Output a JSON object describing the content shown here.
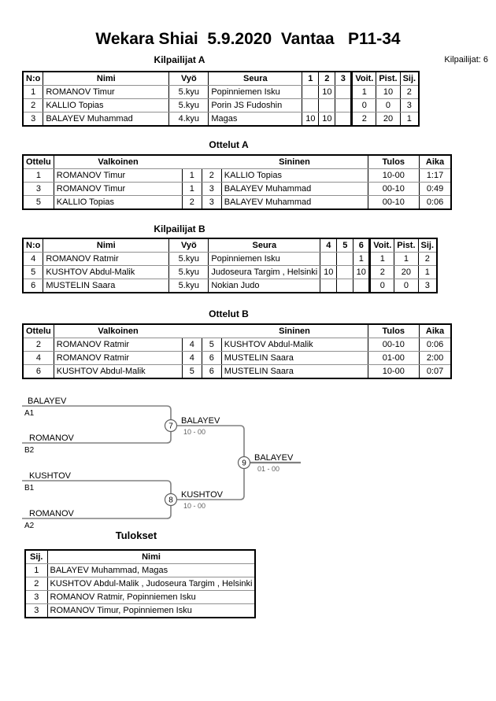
{
  "header": {
    "title": "Wekara Shiai  5.9.2020  Vantaa   P11-34",
    "competitors_label": "Kilpailijat: 6"
  },
  "pool_a": {
    "title": "Kilpailijat A",
    "headers": [
      "N:o",
      "Nimi",
      "Vyö",
      "Seura",
      "1",
      "2",
      "3",
      "Voit.",
      "Pist.",
      "Sij."
    ],
    "rows": [
      [
        "1",
        "ROMANOV Timur",
        "5.kyu",
        "Popinniemen Isku",
        "",
        "10",
        "",
        "1",
        "10",
        "2"
      ],
      [
        "2",
        "KALLIO Topias",
        "5.kyu",
        "Porin JS Fudoshin",
        "",
        "",
        "",
        "0",
        "0",
        "3"
      ],
      [
        "3",
        "BALAYEV Muhammad",
        "4.kyu",
        "Magas",
        "10",
        "10",
        "",
        "2",
        "20",
        "1"
      ]
    ]
  },
  "matches_a": {
    "title": "Ottelut A",
    "headers": [
      "Ottelu",
      "Valkoinen",
      "",
      "",
      "Sininen",
      "Tulos",
      "Aika"
    ],
    "rows": [
      [
        "1",
        "ROMANOV Timur",
        "1",
        "2",
        "KALLIO Topias",
        "10-00",
        "1:17"
      ],
      [
        "3",
        "ROMANOV Timur",
        "1",
        "3",
        "BALAYEV Muhammad",
        "00-10",
        "0:49"
      ],
      [
        "5",
        "KALLIO Topias",
        "2",
        "3",
        "BALAYEV Muhammad",
        "00-10",
        "0:06"
      ]
    ]
  },
  "pool_b": {
    "title": "Kilpailijat B",
    "headers": [
      "N:o",
      "Nimi",
      "Vyö",
      "Seura",
      "4",
      "5",
      "6",
      "Voit.",
      "Pist.",
      "Sij."
    ],
    "rows": [
      [
        "4",
        "ROMANOV Ratmir",
        "5.kyu",
        "Popinniemen Isku",
        "",
        "",
        "1",
        "1",
        "1",
        "2"
      ],
      [
        "5",
        "KUSHTOV Abdul-Malik",
        "5.kyu",
        "Judoseura Targim , Helsinki",
        "10",
        "",
        "10",
        "2",
        "20",
        "1"
      ],
      [
        "6",
        "MUSTELIN Saara",
        "5.kyu",
        "Nokian Judo",
        "",
        "",
        "",
        "0",
        "0",
        "3"
      ]
    ]
  },
  "matches_b": {
    "title": "Ottelut B",
    "headers": [
      "Ottelu",
      "Valkoinen",
      "",
      "",
      "Sininen",
      "Tulos",
      "Aika"
    ],
    "rows": [
      [
        "2",
        "ROMANOV Ratmir",
        "4",
        "5",
        "KUSHTOV Abdul-Malik",
        "00-10",
        "0:06"
      ],
      [
        "4",
        "ROMANOV Ratmir",
        "4",
        "6",
        "MUSTELIN Saara",
        "01-00",
        "2:00"
      ],
      [
        "6",
        "KUSHTOV Abdul-Malik",
        "5",
        "6",
        "MUSTELIN Saara",
        "10-00",
        "0:07"
      ]
    ]
  },
  "bracket": {
    "semi1": {
      "top_name": "BALAYEV",
      "top_tag": "A1",
      "bottom_name": "ROMANOV",
      "bottom_tag": "B2",
      "match_no": "7",
      "winner": "BALAYEV",
      "score": "10 - 00"
    },
    "semi2": {
      "top_name": "KUSHTOV",
      "top_tag": "B1",
      "bottom_name": "ROMANOV",
      "bottom_tag": "A2",
      "match_no": "8",
      "winner": "KUSHTOV",
      "score": "10 - 00"
    },
    "final": {
      "match_no": "9",
      "winner": "BALAYEV",
      "score": "01 - 00"
    }
  },
  "results": {
    "title": "Tulokset",
    "headers": [
      "Sij.",
      "Nimi"
    ],
    "rows": [
      [
        "1",
        "BALAYEV Muhammad, Magas"
      ],
      [
        "2",
        "KUSHTOV Abdul-Malik , Judoseura Targim , Helsinki"
      ],
      [
        "3",
        "ROMANOV Ratmir, Popinniemen Isku"
      ],
      [
        "3",
        "ROMANOV Timur, Popinniemen Isku"
      ]
    ]
  },
  "colors": {
    "table_outer_border": "#000000",
    "table_grid_horizontal": "#909090",
    "bracket_line": "#808080",
    "bracket_score_text": "#606060"
  }
}
